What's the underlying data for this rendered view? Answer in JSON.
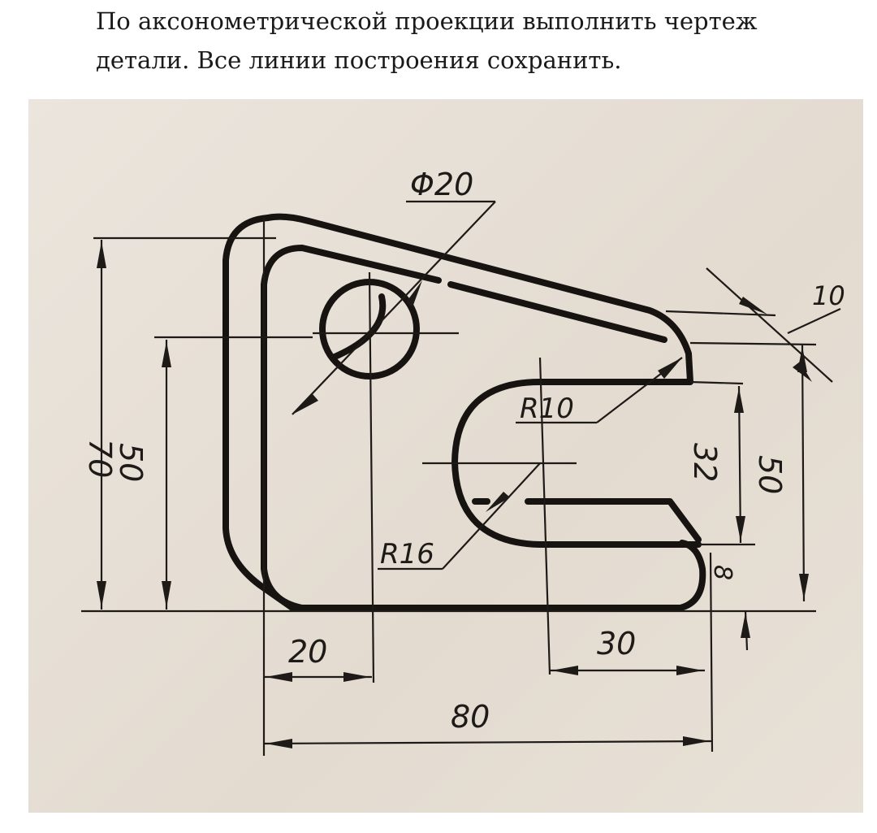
{
  "task": {
    "line1": "По аксонометрической проекции выполнить чертеж",
    "line2": "детали. Все линии построения сохранить."
  },
  "drawing": {
    "dimensions": {
      "hole_diameter": "Φ20",
      "radius_small": "R10",
      "radius_large": "R16",
      "height_total": "70",
      "height_left": "50",
      "height_right": "50",
      "slot_height": "32",
      "bottom_gap": "8",
      "thickness": "10",
      "hole_offset": "20",
      "slot_offset": "30",
      "width_total": "80"
    }
  }
}
